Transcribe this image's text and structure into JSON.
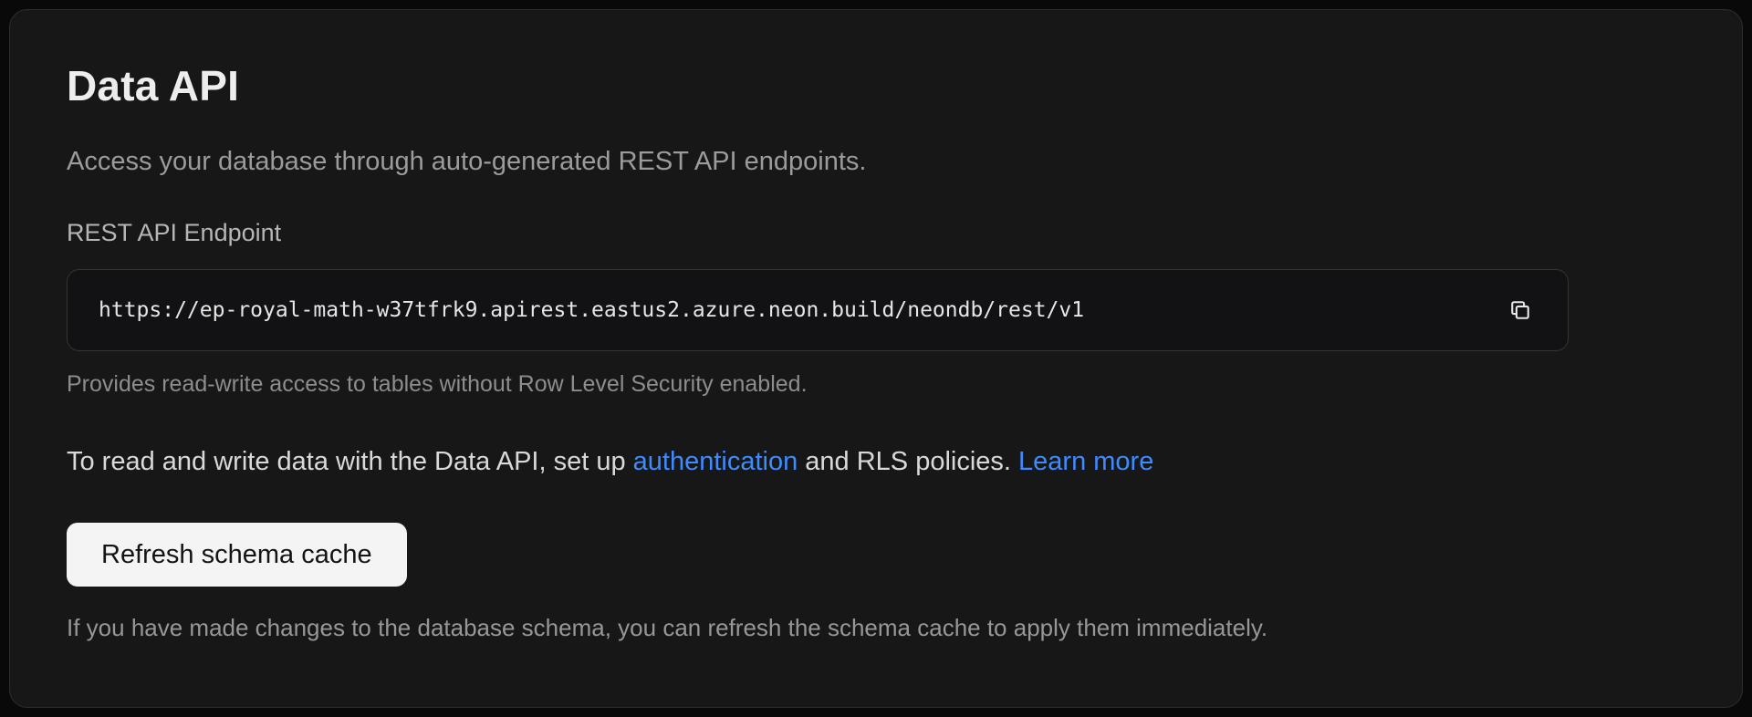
{
  "page": {
    "title": "Data API",
    "subtitle": "Access your database through auto-generated REST API endpoints."
  },
  "endpoint": {
    "label": "REST API Endpoint",
    "url": "https://ep-royal-math-w37tfrk9.apirest.eastus2.azure.neon.build/neondb/rest/v1",
    "copy_icon": "copy-icon",
    "helper": "Provides read-write access to tables without Row Level Security enabled."
  },
  "rls_note": {
    "text_before_auth": "To read and write data with the Data API, set up ",
    "auth_link_label": "authentication",
    "text_after_auth": " and RLS policies. ",
    "learn_more_label": "Learn more"
  },
  "schema_cache": {
    "button_label": "Refresh schema cache",
    "helper": "If you have made changes to the database schema, you can refresh the schema cache to apply them immediately."
  },
  "colors": {
    "page_background": "#09090a",
    "card_background": "#171717",
    "card_border": "#2d2d2f",
    "field_background": "#121214",
    "link": "#3e8bff",
    "button_background": "#f4f4f4",
    "button_text": "#141414"
  }
}
